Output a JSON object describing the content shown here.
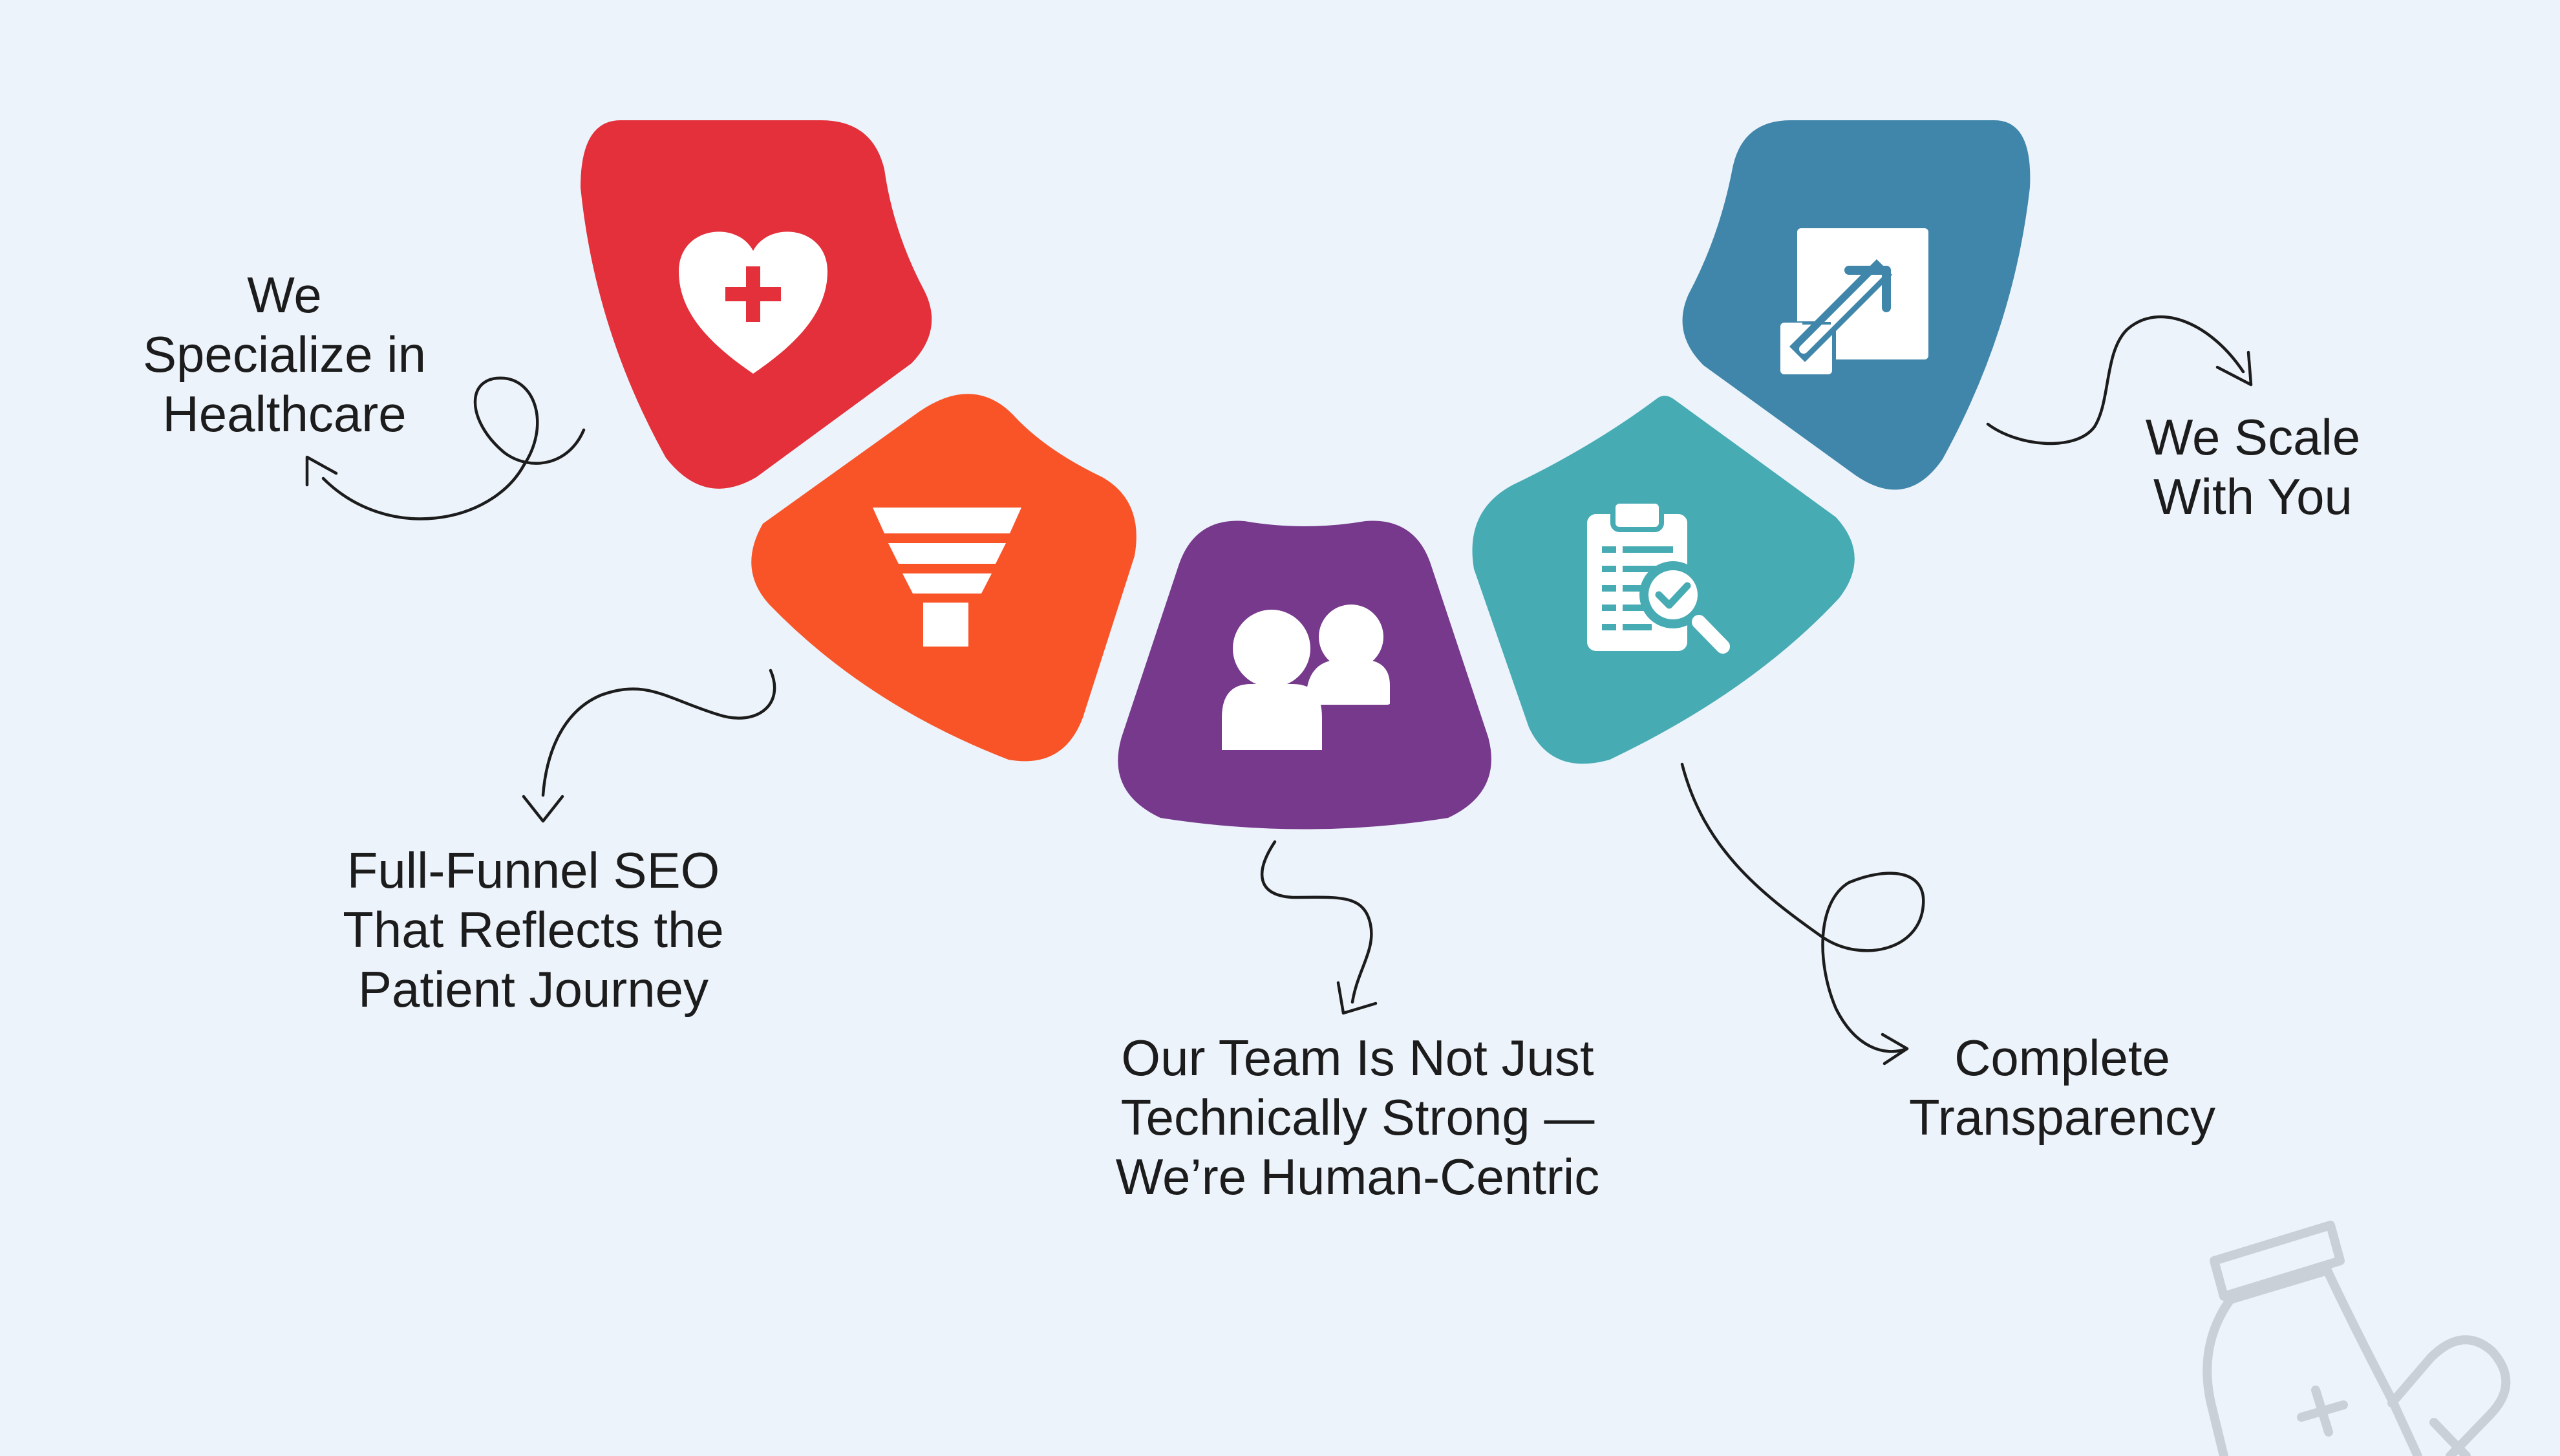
{
  "colors": {
    "background": "#ecf3fb",
    "healthcare": "#e3303a",
    "seo": "#f95428",
    "team": "#76398c",
    "transparency": "#47abb4",
    "scale": "#4086aa",
    "icon": "#ffffff",
    "text": "#1c1c1c",
    "watermark": "#c9d0d8"
  },
  "items": [
    {
      "key": "healthcare",
      "icon": "heart-plus-icon",
      "label_lines": [
        "We",
        "Specialize in",
        "Healthcare"
      ]
    },
    {
      "key": "seo",
      "icon": "funnel-icon",
      "label_lines": [
        "Full-Funnel SEO",
        "That Reflects the",
        "Patient Journey"
      ]
    },
    {
      "key": "team",
      "icon": "users-icon",
      "label_lines": [
        "Our Team Is Not Just",
        "Technically Strong —",
        "We’re Human-Centric"
      ]
    },
    {
      "key": "transparency",
      "icon": "clipboard-search-icon",
      "label_lines": [
        "Complete",
        "Transparency"
      ]
    },
    {
      "key": "scale",
      "icon": "scale-arrow-icon",
      "label_lines": [
        "We Scale",
        "With You"
      ]
    }
  ],
  "decoration": {
    "watermark_icon": "medicine-bottle-capsule-icon"
  }
}
